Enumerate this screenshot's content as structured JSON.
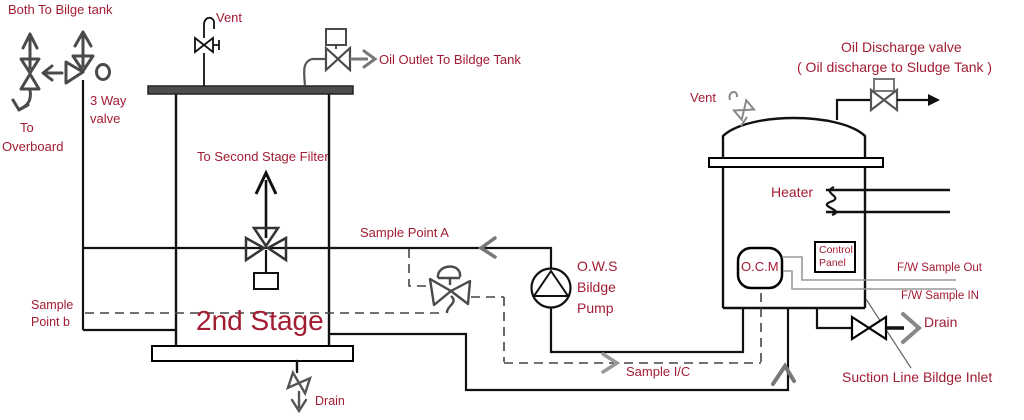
{
  "colors": {
    "label_red": "#a21c33",
    "pipe_black": "#111111",
    "sketch_gray": "#4a4a4a",
    "connector_gray": "#999999",
    "plate_gray": "#4d4d4d"
  },
  "left_manifold": {
    "both_to_bilge": "Both To Bilge tank",
    "three_way_valve": [
      "3 Way",
      "valve"
    ],
    "to_overboard": [
      "To",
      "Overboard"
    ]
  },
  "second_stage": {
    "vent": "Vent",
    "oil_outlet": "Oil Outlet To Bildge Tank",
    "to_filter": "To Second Stage Filter",
    "name": "2nd Stage",
    "drain": "Drain",
    "sample_point_b": [
      "Sample",
      "Point b"
    ]
  },
  "sampling": {
    "sample_point_a": "Sample Point A",
    "sample_ic": "Sample I/C"
  },
  "pump": {
    "label": [
      "O.W.S",
      "Bildge",
      "Pump"
    ]
  },
  "separator": {
    "vent": "Vent",
    "oil_discharge": [
      "Oil Discharge valve",
      "( Oil discharge to Sludge Tank )"
    ],
    "heater": "Heater",
    "control_panel": [
      "Control",
      "Panel"
    ],
    "ocm": "O.C.M",
    "fw_sample_out": "F/W Sample Out",
    "fw_sample_in": "F/W Sample IN",
    "drain": "Drain",
    "suction_line": "Suction Line Bildge Inlet"
  }
}
